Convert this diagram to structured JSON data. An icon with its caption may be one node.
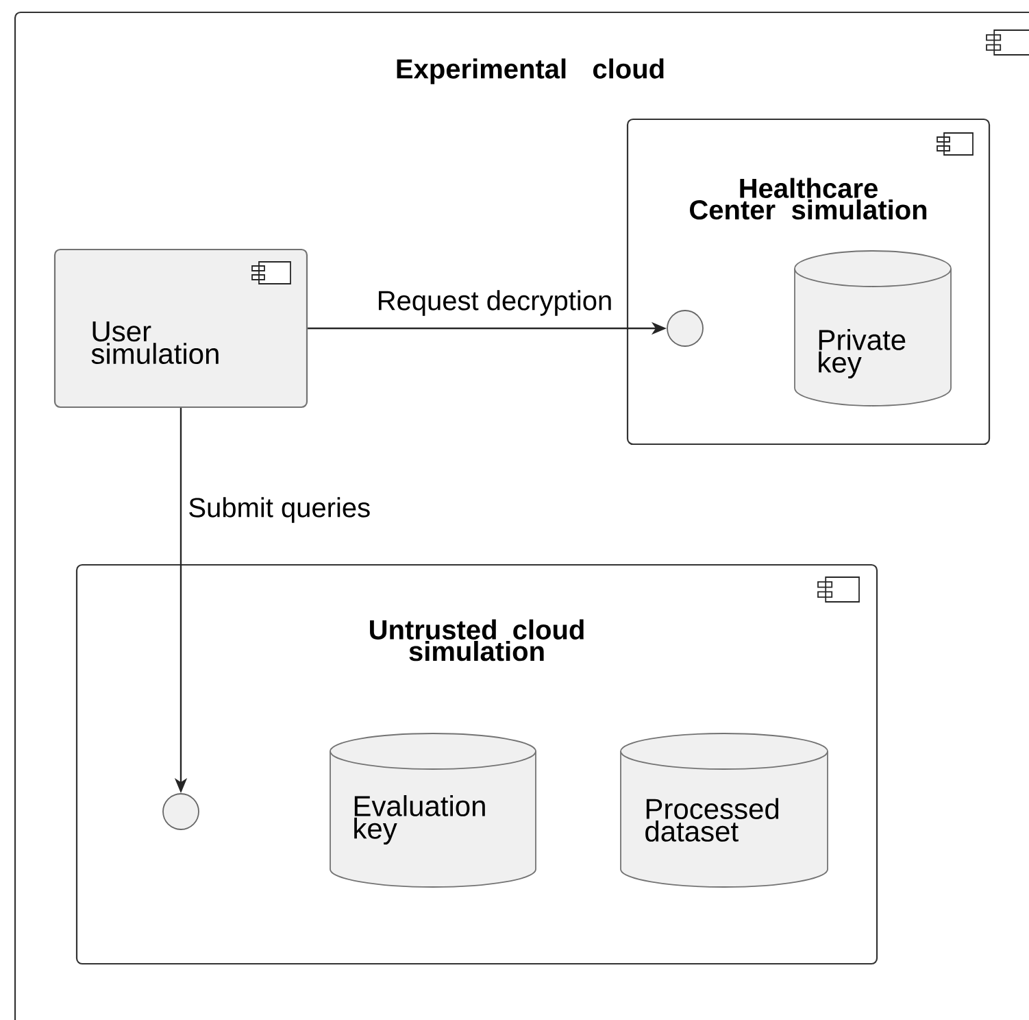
{
  "diagram": {
    "nodes": [
      {
        "text": [
          "Experimental cloud"
        ]
      },
      {
        "text": [
          "Healthcare Center simulation"
        ],
        "in": 0
      },
      {
        "text": [],
        "shape": "circle",
        "in": 1
      },
      {
        "text": [
          "Private key"
        ],
        "in": 1
      },
      {
        "text": [
          "User simulation"
        ],
        "in": 0
      },
      {
        "text": [
          "Untrusted cloud simulation"
        ],
        "in": 0
      },
      {
        "text": [],
        "shape": "circle",
        "in": 5
      },
      {
        "text": [
          "Evaluation key"
        ],
        "in": 5
      },
      {
        "text": [
          "Processed dataset"
        ],
        "in": 5
      }
    ],
    "edges": [
      {
        "from": 4,
        "to": 2,
        "arrow": "to",
        "label": "Request decryption"
      },
      {
        "from": 4,
        "to": 6,
        "arrow": "to",
        "label": "Submit queries"
      }
    ]
  }
}
